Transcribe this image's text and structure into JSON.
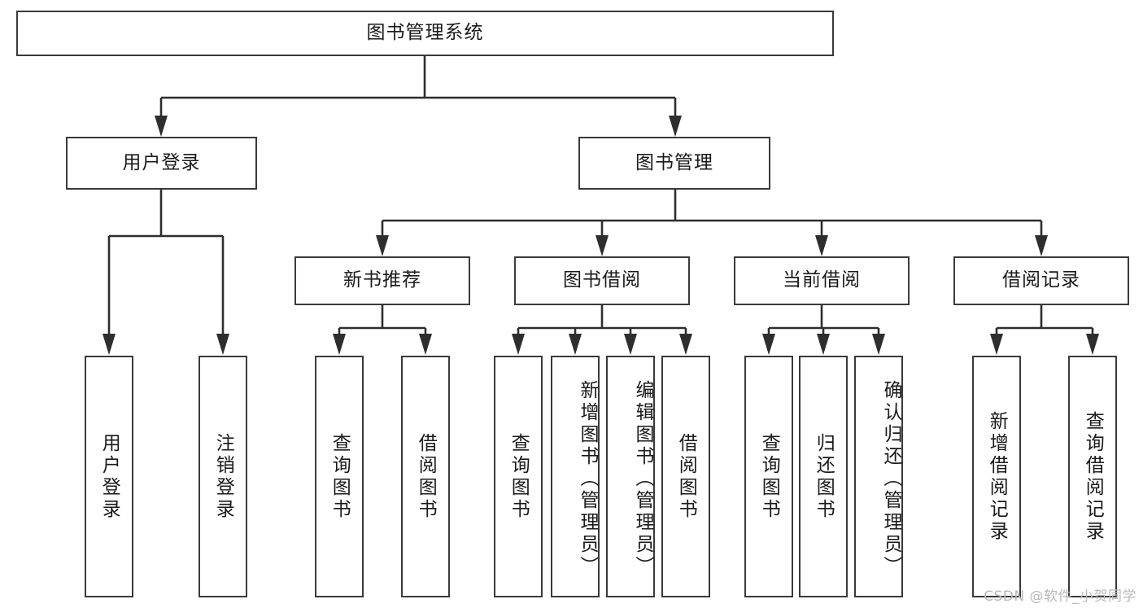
{
  "diagram": {
    "title": "图书管理系统",
    "type": "tree-hierarchy-chart",
    "root": {
      "label": "图书管理系统"
    },
    "level2": [
      {
        "label": "用户登录"
      },
      {
        "label": "图书管理"
      }
    ],
    "level3": [
      {
        "label": "新书推荐"
      },
      {
        "label": "图书借阅"
      },
      {
        "label": "当前借阅"
      },
      {
        "label": "借阅记录"
      }
    ],
    "leaves": {
      "user_login": [
        {
          "label": "用户登录"
        },
        {
          "label": "注销登录"
        }
      ],
      "new_book_recommend": [
        {
          "label": "查询图书"
        },
        {
          "label": "借阅图书"
        }
      ],
      "book_borrow": [
        {
          "label": "查询图书"
        },
        {
          "label": "新增图书（管理员）"
        },
        {
          "label": "编辑图书（管理员）"
        },
        {
          "label": "借阅图书"
        }
      ],
      "current_borrow": [
        {
          "label": "查询图书"
        },
        {
          "label": "归还图书"
        },
        {
          "label": "确认归还（管理员）"
        }
      ],
      "borrow_record": [
        {
          "label": "新增借阅记录"
        },
        {
          "label": "查询借阅记录"
        }
      ]
    }
  },
  "watermark": {
    "text": "CSDN @软件_小贺同学"
  },
  "colors": {
    "border": "#3a3a3a",
    "line": "#2e2e2e",
    "text": "#1a1a1a",
    "background": "#ffffff",
    "watermark": "#b9b9b9"
  }
}
